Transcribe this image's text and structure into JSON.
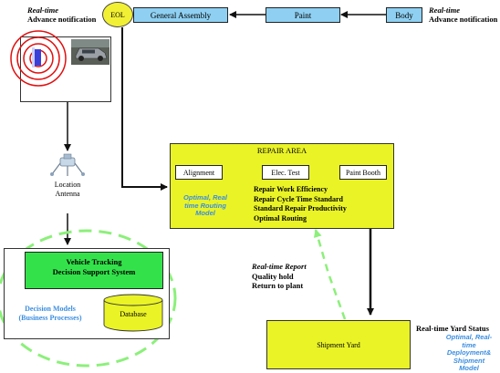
{
  "top_flow": {
    "eol": "EOL",
    "general_assembly": "General Assembly",
    "paint": "Paint",
    "body": "Body"
  },
  "notes": {
    "left_title": "Real-time",
    "left_sub": "Advance notification",
    "right_title": "Real-time",
    "right_sub": "Advance notification"
  },
  "antenna": {
    "label_line1": "Location",
    "label_line2": "Antenna"
  },
  "repair_area": {
    "title": "REPAIR AREA",
    "steps": [
      "Alignment",
      "Elec. Test",
      "Paint Booth"
    ],
    "model_line1": "Optimal, Real",
    "model_line2": "time Routing",
    "model_line3": "Model",
    "metrics": [
      "Repair Work Efficiency",
      "Repair Cycle Time Standard",
      "Standard Repair Productivity",
      "Optimal Routing"
    ]
  },
  "report": {
    "title": "Real-time Report",
    "items": [
      "Quality hold",
      "Return to plant"
    ]
  },
  "shipment": {
    "label": "Shipment Yard",
    "status_title": "Real-time Yard Status",
    "model_line1": "Optimal, Real-",
    "model_line2": "time",
    "model_line3": "Deployment&",
    "model_line4": "Shipment",
    "model_line5": "Model"
  },
  "dss": {
    "title_line1": "Vehicle Tracking",
    "title_line2": "Decision Support System",
    "models_line1": "Decision Models",
    "models_line2": "(Business Processes)",
    "database": "Database"
  },
  "colors": {
    "blue_box": "#8fd0f2",
    "yellow": "#eaf326",
    "green": "#33e24a",
    "dashed_green": "#8cf07a",
    "model_blue": "#3b8ee0",
    "signal_red": "#e01010"
  },
  "icons": [
    "rfid-signal-icon",
    "vehicle-photo-icon",
    "antenna-icon"
  ]
}
